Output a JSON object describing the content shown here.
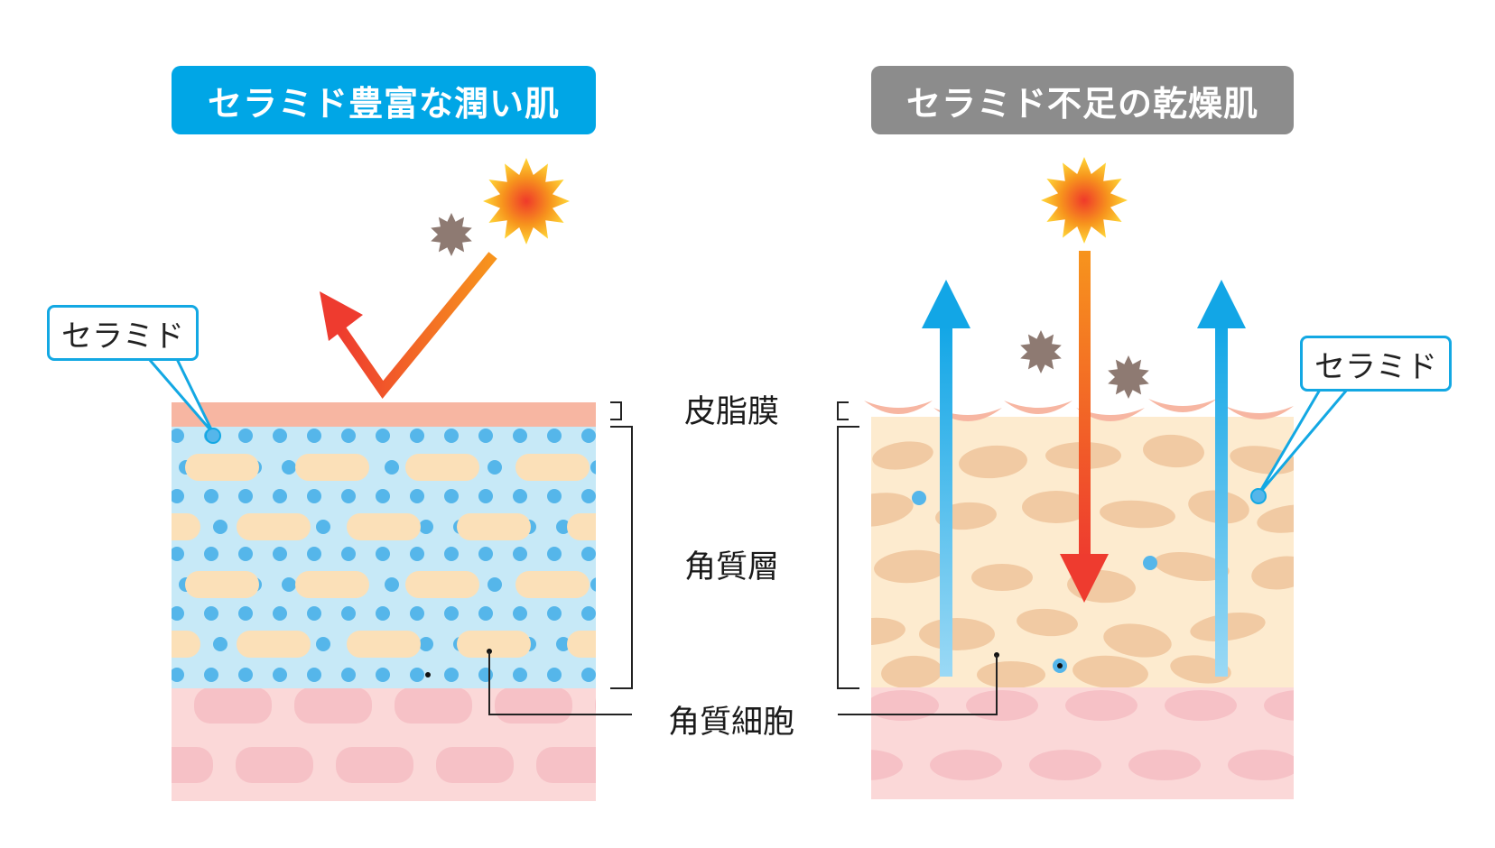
{
  "left_panel": {
    "title": "セラミド豊富な潤い肌",
    "callout": "セラミド",
    "colors": {
      "title_bg": "#00a6e6",
      "sebum": "#f7b6a2",
      "stratum": "#c7e9f7",
      "cell": "#fbe0b8",
      "ceramide": "#55b6ea",
      "dermis": "#fbd8d8",
      "dermis_cell": "#f6c1c6"
    }
  },
  "right_panel": {
    "title": "セラミド不足の乾燥肌",
    "callout": "セラミド",
    "colors": {
      "title_bg": "#8c8c8c",
      "stratum": "#fdebcf",
      "cell": "#f1caa3",
      "dermis": "#fbd8d8"
    }
  },
  "labels": {
    "sebum": "皮脂膜",
    "stratum": "角質層",
    "cell": "角質細胞"
  },
  "icons": [
    "sun-icon",
    "dust-icon",
    "arrow-up-icon",
    "arrow-down-icon",
    "reflect-arrow-icon"
  ]
}
